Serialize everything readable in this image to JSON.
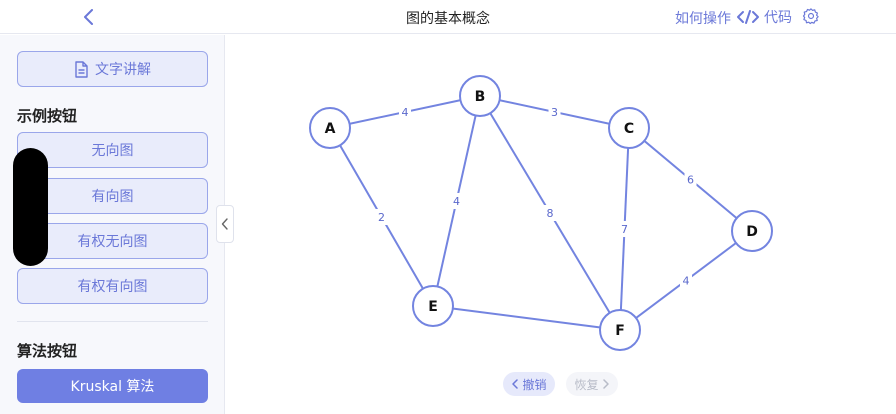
{
  "header": {
    "title": "图的基本概念",
    "howto_label": "如何操作",
    "code_label": "代码"
  },
  "sidebar": {
    "text_explain_label": "文字讲解",
    "examples_title": "示例按钮",
    "examples": [
      "无向图",
      "有向图",
      "有权无向图",
      "有权有向图"
    ],
    "algorithms_title": "算法按钮",
    "kruskal_label": "Kruskal 算法"
  },
  "graph": {
    "nodes": [
      "A",
      "B",
      "C",
      "D",
      "E",
      "F"
    ],
    "edges": [
      {
        "from": "A",
        "to": "B",
        "weight": "4"
      },
      {
        "from": "B",
        "to": "C",
        "weight": "3"
      },
      {
        "from": "A",
        "to": "E",
        "weight": "2"
      },
      {
        "from": "B",
        "to": "E",
        "weight": "4"
      },
      {
        "from": "B",
        "to": "F",
        "weight": "8"
      },
      {
        "from": "C",
        "to": "F",
        "weight": "7"
      },
      {
        "from": "C",
        "to": "D",
        "weight": "6"
      },
      {
        "from": "D",
        "to": "F",
        "weight": "4"
      },
      {
        "from": "E",
        "to": "F",
        "weight": ""
      }
    ]
  },
  "controls": {
    "undo_label": "撤销",
    "redo_label": "恢复"
  },
  "colors": {
    "accent": "#6b78d8",
    "edge": "#7384e0",
    "button_bg": "#e9ecfb",
    "solid_button": "#6f7fe3"
  }
}
